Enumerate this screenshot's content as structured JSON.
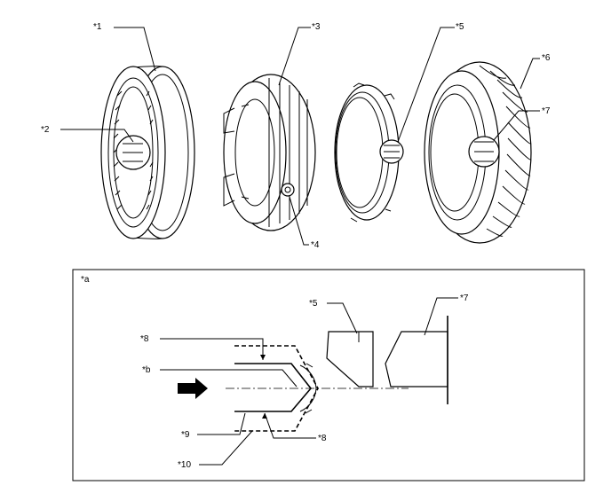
{
  "callouts": {
    "c1": "*1",
    "c2": "*2",
    "c3": "*3",
    "c4": "*4",
    "c5": "*5",
    "c6": "*6",
    "c7": "*7",
    "c_a": "*a",
    "c5_detail": "*5",
    "c7_detail": "*7",
    "c8_top": "*8",
    "c8_bottom": "*8",
    "c_b": "*b",
    "c9": "*9",
    "c10": "*10"
  }
}
